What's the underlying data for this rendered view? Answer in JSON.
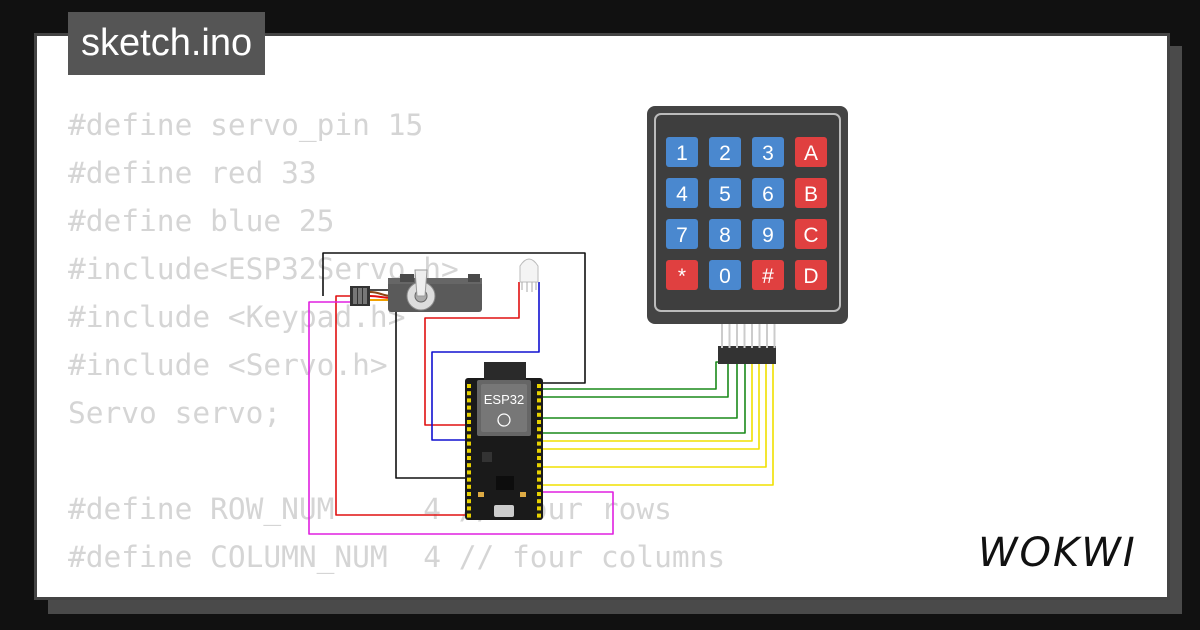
{
  "file_tab": {
    "label": "sketch.ino"
  },
  "code_lines": [
    "#define servo_pin 15",
    "#define red 33",
    "#define blue 25",
    "#include<ESP32Servo.h>",
    "#include <Keypad.h>",
    "#include <Servo.h>",
    "Servo servo;",
    "",
    "#define ROW_NUM     4 // four rows",
    "#define COLUMN_NUM  4 // four columns"
  ],
  "board": {
    "label": "ESP32"
  },
  "keypad": {
    "keys": [
      [
        "1",
        "2",
        "3",
        "A"
      ],
      [
        "4",
        "5",
        "6",
        "B"
      ],
      [
        "7",
        "8",
        "9",
        "C"
      ],
      [
        "*",
        "0",
        "#",
        "D"
      ]
    ]
  },
  "brand": {
    "logo_text": "WOKWI"
  },
  "colors": {
    "digit_key": "#4a88cf",
    "letter_key": "#e04040",
    "wire_green": "#1a8a1a",
    "wire_yellow": "#f0e000",
    "wire_red": "#e01010",
    "wire_blue": "#1010d0",
    "wire_magenta": "#e020e0",
    "wire_black": "#111111"
  },
  "icons": [
    "servo-icon",
    "rgb-led-icon",
    "esp32-board-icon",
    "keypad-icon",
    "wokwi-logo-icon"
  ]
}
